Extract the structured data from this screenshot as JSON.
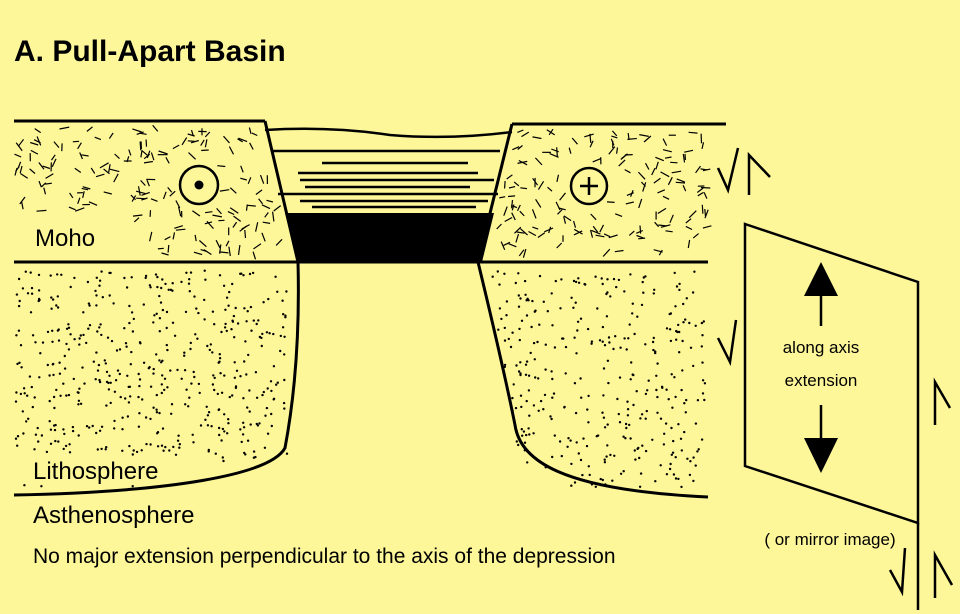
{
  "title": "A. Pull-Apart Basin",
  "labels": {
    "moho": "Moho",
    "lithosphere": "Lithosphere",
    "asthenosphere": "Asthenosphere",
    "left_block_symbol": "out-of-page (dot)",
    "right_block_symbol": "+"
  },
  "inset": {
    "text_line1": "along axis",
    "text_line2": "extension",
    "mirror_note": "( or mirror image)"
  },
  "caption": "No major extension perpendicular to the axis of the depression",
  "colors": {
    "background": "#fdf79a",
    "ink": "#000000"
  }
}
